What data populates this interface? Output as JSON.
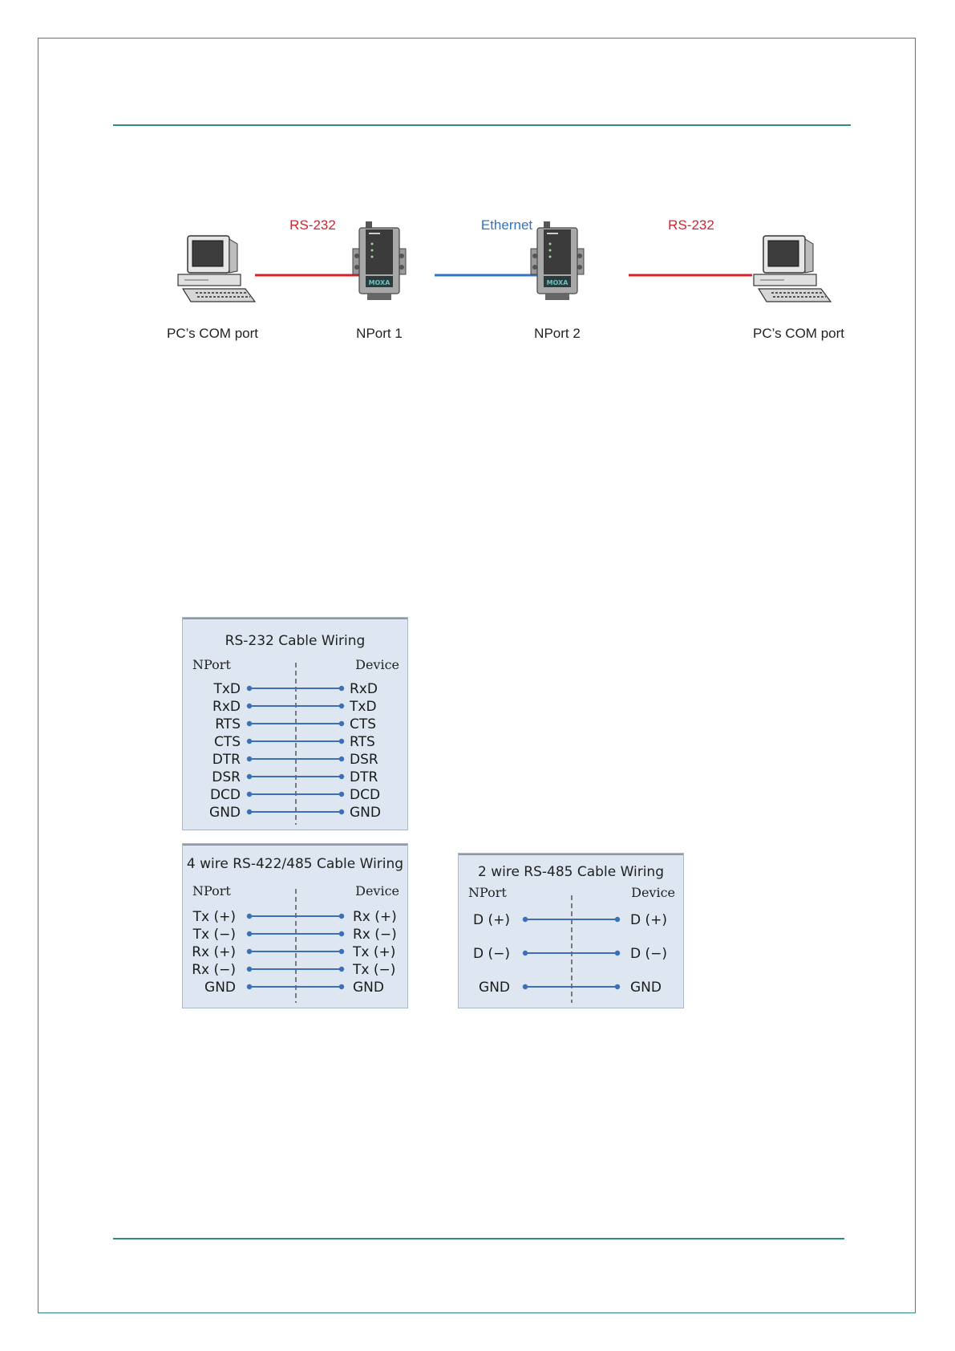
{
  "topology": {
    "link_labels": [
      "RS-232",
      "Ethernet",
      "RS-232"
    ],
    "node_labels": [
      "PC’s COM port",
      "NPort 1",
      "NPort 2",
      "PC’s COM port"
    ],
    "device_logo": "MOXA",
    "colors": {
      "rs232": "#d8202a",
      "ethernet": "#2e75c6"
    }
  },
  "rs232": {
    "title": "RS-232 Cable Wiring",
    "left_header": "NPort",
    "right_header": "Device",
    "rows": [
      {
        "left": "TxD",
        "right": "RxD"
      },
      {
        "left": "RxD",
        "right": "TxD"
      },
      {
        "left": "RTS",
        "right": "CTS"
      },
      {
        "left": "CTS",
        "right": "RTS"
      },
      {
        "left": "DTR",
        "right": "DSR"
      },
      {
        "left": "DSR",
        "right": "DTR"
      },
      {
        "left": "DCD",
        "right": "DCD"
      },
      {
        "left": "GND",
        "right": "GND"
      }
    ]
  },
  "rs422": {
    "title": "4 wire RS-422/485 Cable Wiring",
    "left_header": "NPort",
    "right_header": "Device",
    "rows": [
      {
        "left": "Tx (+)",
        "right": "Rx (+)"
      },
      {
        "left": "Tx (−)",
        "right": "Rx (−)"
      },
      {
        "left": "Rx (+)",
        "right": "Tx (+)"
      },
      {
        "left": "Rx (−)",
        "right": "Tx (−)"
      },
      {
        "left": "GND",
        "right": "GND"
      }
    ]
  },
  "rs485": {
    "title": "2 wire RS-485 Cable Wiring",
    "left_header": "NPort",
    "right_header": "Device",
    "rows": [
      {
        "left": "D (+)",
        "right": "D (+)"
      },
      {
        "left": "D (−)",
        "right": "D (−)"
      },
      {
        "left": "GND",
        "right": "GND"
      }
    ]
  },
  "colors": {
    "rule": "#2f8f7e",
    "wire": "#3d6fb4",
    "panel": "#dde6f1"
  }
}
